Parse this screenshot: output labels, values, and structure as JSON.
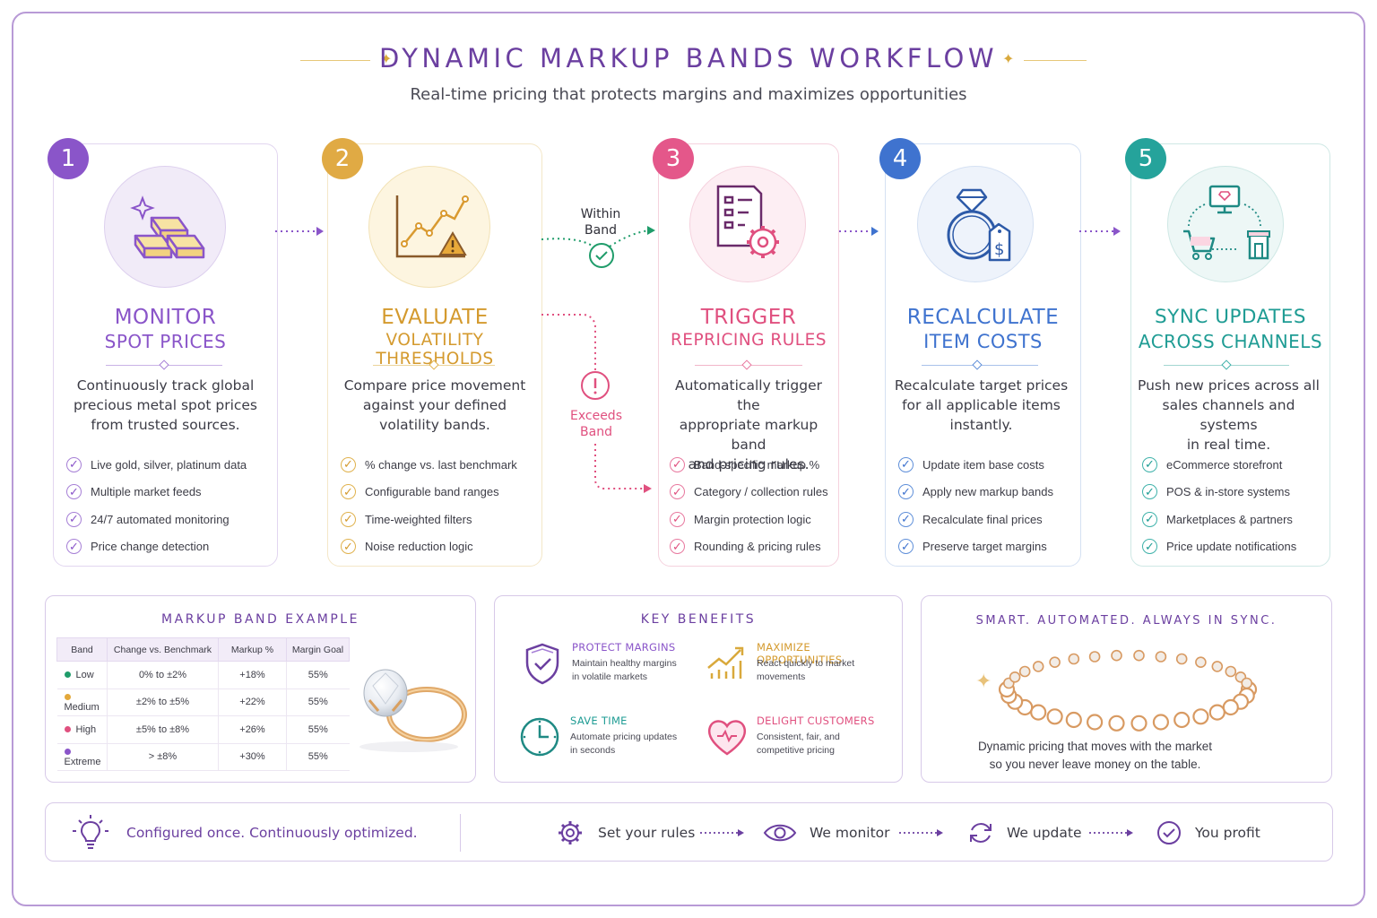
{
  "header": {
    "title": "DYNAMIC MARKUP BANDS WORKFLOW",
    "subtitle": "Real-time pricing that protects margins and maximizes opportunities"
  },
  "steps": [
    {
      "number": "1",
      "title_line1": "MONITOR",
      "title_line2": "SPOT PRICES",
      "color": "#8a55c9",
      "desc": [
        "Continuously track global",
        "precious metal spot prices",
        "from trusted sources."
      ],
      "items": [
        "Live gold, silver, platinum data",
        "Multiple market feeds",
        "24/7 automated monitoring",
        "Price change detection"
      ]
    },
    {
      "number": "2",
      "title_line1": "EVALUATE",
      "title_line2": "VOLATILITY THRESHOLDS",
      "color": "#dba53a",
      "desc": [
        "Compare price movement",
        "against your defined",
        "volatility bands."
      ],
      "items": [
        "% change vs. last benchmark",
        "Configurable band ranges",
        "Time-weighted filters",
        "Noise reduction logic"
      ]
    },
    {
      "number": "3",
      "title_line1": "TRIGGER",
      "title_line2": "REPRICING RULES",
      "color": "#e0507f",
      "desc": [
        "Automatically trigger the",
        "appropriate markup band",
        "and pricing rules."
      ],
      "items": [
        "Band-specific markup %",
        "Category / collection rules",
        "Margin protection logic",
        "Rounding & pricing rules"
      ]
    },
    {
      "number": "4",
      "title_line1": "RECALCULATE",
      "title_line2": "ITEM COSTS",
      "color": "#3f73cf",
      "desc": [
        "Recalculate target prices",
        "for all applicable items",
        "instantly."
      ],
      "items": [
        "Update item base costs",
        "Apply new markup bands",
        "Recalculate final prices",
        "Preserve target margins"
      ]
    },
    {
      "number": "5",
      "title_line1": "SYNC UPDATES",
      "title_line2": "ACROSS CHANNELS",
      "color": "#1f9c94",
      "desc": [
        "Push new prices across all",
        "sales channels and systems",
        "in real time."
      ],
      "items": [
        "eCommerce storefront",
        "POS & in-store systems",
        "Marketplaces & partners",
        "Price update notifications"
      ]
    }
  ],
  "flow": {
    "within_line1": "Within",
    "within_line2": "Band",
    "exceeds_line1": "Exceeds",
    "exceeds_line2": "Band"
  },
  "markup_example": {
    "title": "MARKUP BAND EXAMPLE",
    "headers": [
      "Band",
      "Change vs. Benchmark",
      "Markup %",
      "Margin Goal"
    ],
    "rows": [
      {
        "band": "Low",
        "change": "0% to ±2%",
        "markup": "+18%",
        "margin": "55%",
        "color": "#1f9c6a"
      },
      {
        "band": "Medium",
        "change": "±2% to ±5%",
        "markup": "+22%",
        "margin": "55%",
        "color": "#e3a83a"
      },
      {
        "band": "High",
        "change": "±5% to ±8%",
        "markup": "+26%",
        "margin": "55%",
        "color": "#e0507f"
      },
      {
        "band": "Extreme",
        "change": "> ±8%",
        "markup": "+30%",
        "margin": "55%",
        "color": "#8a55c9"
      }
    ]
  },
  "benefits": {
    "title": "KEY BENEFITS",
    "items": [
      {
        "title": "PROTECT MARGINS",
        "desc_line1": "Maintain healthy margins",
        "desc_line2": "in volatile markets",
        "icon": "shield-check-icon",
        "color": "#8a55c9"
      },
      {
        "title": "MAXIMIZE OPPORTUNITIES",
        "desc_line1": "React quickly to market",
        "desc_line2": "movements",
        "icon": "growth-chart-icon",
        "color": "#d9a93c"
      },
      {
        "title": "SAVE TIME",
        "desc_line1": "Automate pricing updates",
        "desc_line2": "in seconds",
        "icon": "clock-icon",
        "color": "#1f9c94"
      },
      {
        "title": "DELIGHT CUSTOMERS",
        "desc_line1": "Consistent, fair, and",
        "desc_line2": "competitive pricing",
        "icon": "heart-icon",
        "color": "#e0507f"
      }
    ]
  },
  "sync_panel": {
    "title": "SMART. AUTOMATED. ALWAYS IN SYNC.",
    "caption_line1": "Dynamic pricing that moves with the market",
    "caption_line2": "so you never leave money on the table."
  },
  "footer": {
    "tagline": "Configured once. Continuously optimized.",
    "steps": [
      {
        "label": "Set your rules",
        "icon": "gear-icon"
      },
      {
        "label": "We monitor",
        "icon": "eye-icon"
      },
      {
        "label": "We update",
        "icon": "refresh-icon"
      },
      {
        "label": "You profit",
        "icon": "check-circle-icon"
      }
    ]
  }
}
